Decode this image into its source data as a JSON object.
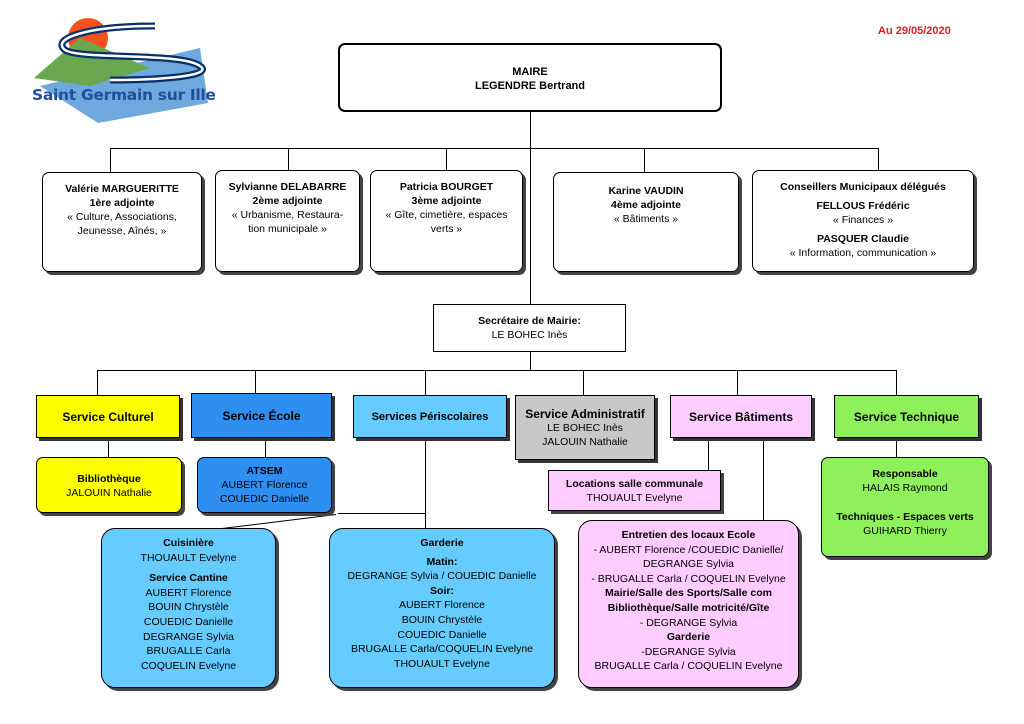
{
  "logo": {
    "text": "Saint Germain sur Ille"
  },
  "date": "Au 29/05/2020",
  "colors": {
    "date": "#e01b24",
    "logo_text": "#1f4e9c",
    "yellow": "#ffff00",
    "blue": "#2f8ff0",
    "lightblue": "#66ccff",
    "grey": "#c8c8c8",
    "pink": "#ffccff",
    "green": "#8ef05a"
  },
  "maire": {
    "title": "MAIRE",
    "name": "LEGENDRE Bertrand"
  },
  "adjoints": [
    {
      "name": "Valérie MARGUERITTE",
      "role": "1ère adjointe",
      "desc1": "« Culture, Associations,",
      "desc2": "Jeunesse, Aînés,  »"
    },
    {
      "name": "Sylvianne DELABARRE",
      "role": "2ème adjointe",
      "desc1": "« Urbanisme, Restaura-",
      "desc2": "tion municipale »"
    },
    {
      "name": "Patricia BOURGET",
      "role": "3ème adjointe",
      "desc1": "« Gîte, cimetière, espaces",
      "desc2": "verts »"
    },
    {
      "name": "Karine VAUDIN",
      "role": "4ème adjointe",
      "desc1": "« Bâtiments »",
      "desc2": ""
    }
  ],
  "conseillers": {
    "title": "Conseillers Municipaux délégués",
    "p1_name": "FELLOUS Frédéric",
    "p1_desc": "« Finances »",
    "p2_name": "PASQUER Claudie",
    "p2_desc": "« Information, communication »"
  },
  "secretaire": {
    "title": "Secrétaire de Mairie:",
    "name": "LE BOHEC Inès"
  },
  "services": {
    "culturel": "Service Culturel",
    "ecole": "Service École",
    "periscolaires": "Services Périscolaires",
    "administratif": {
      "title": "Service Administratif",
      "line1": "LE BOHEC Inès",
      "line2": "JALOUIN Nathalie"
    },
    "batiments": "Service Bâtiments",
    "technique": "Service Technique"
  },
  "bibliotheque": {
    "title": "Bibliothèque",
    "name": "JALOUIN Nathalie"
  },
  "atsem": {
    "title": "ATSEM",
    "line1": "AUBERT Florence",
    "line2": "COUEDIC Danielle"
  },
  "locations": {
    "title": "Locations salle communale",
    "name": "THOUAULT Evelyne"
  },
  "technique_detail": {
    "resp_title": "Responsable",
    "resp_name": "HALAIS Raymond",
    "tech_title": "Techniques  - Espaces verts",
    "tech_name": "GUIHARD Thierry"
  },
  "cantine": {
    "cuisiniere_title": "Cuisinière",
    "cuisiniere_name": "THOUAULT Evelyne",
    "cantine_title": "Service Cantine",
    "names": [
      "AUBERT Florence",
      "BOUIN Chrystèle",
      "COUEDIC Danielle",
      "DEGRANGE Sylvia",
      "BRUGALLE Carla",
      "COQUELIN Evelyne"
    ]
  },
  "garderie": {
    "title": "Garderie",
    "matin": "Matin:",
    "matin_names": "DEGRANGE Sylvia / COUEDIC Danielle",
    "soir": "Soir:",
    "soir_names": [
      "AUBERT Florence",
      "BOUIN Chrystèle",
      "COUEDIC Danielle",
      "BRUGALLE Carla/COQUELIN Evelyne",
      "THOUAULT Evelyne"
    ]
  },
  "entretien": {
    "title": "Entretien des locaux Ecole",
    "l1": "- AUBERT Florence /COUEDIC Danielle/",
    "l2": "DEGRANGE Sylvia",
    "l3": "- BRUGALLE Carla / COQUELIN Evelyne",
    "mairie_title1": "Mairie/Salle des Sports/Salle com",
    "mairie_title2": "Bibliothèque/Salle motricité/Gîte",
    "l4": "- DEGRANGE Sylvia",
    "garderie_title": "Garderie",
    "l5": "-DEGRANGE Sylvia",
    "l6": "BRUGALLE Carla / COQUELIN Evelyne"
  }
}
